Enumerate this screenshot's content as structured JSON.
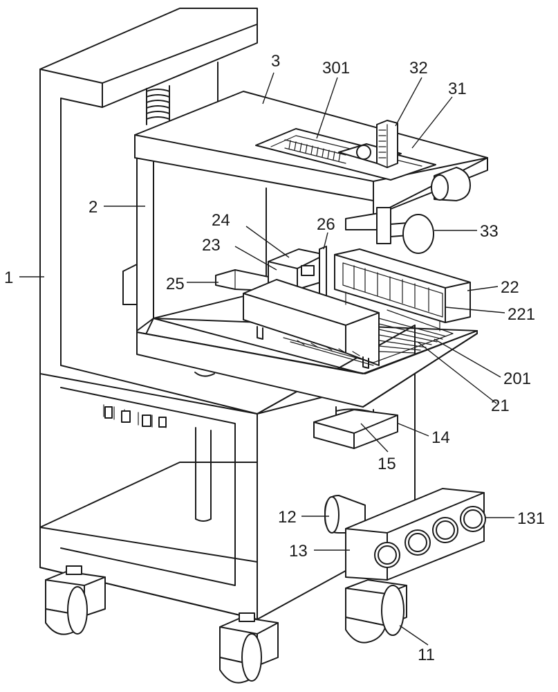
{
  "labels": {
    "l1": "1",
    "l2": "2",
    "l3": "3",
    "l11": "11",
    "l12": "12",
    "l13": "13",
    "l131": "131",
    "l14": "14",
    "l15": "15",
    "l21": "21",
    "l22": "22",
    "l221": "221",
    "l23": "23",
    "l24": "24",
    "l25": "25",
    "l26": "26",
    "l201": "201",
    "l301": "301",
    "l31": "31",
    "l32": "32",
    "l33": "33"
  }
}
